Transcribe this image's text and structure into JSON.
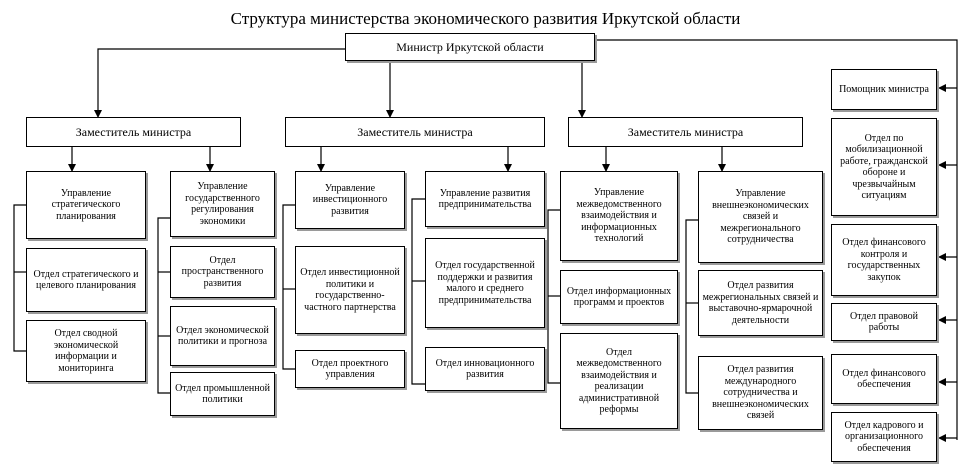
{
  "title": "Структура министерства экономического развития Иркутской области",
  "minister": "Министр Иркутской области",
  "deputies": [
    "Заместитель министра",
    "Заместитель министра",
    "Заместитель министра"
  ],
  "units": {
    "u1": "Управление стратегического планирования",
    "d1a": "Отдел стратегического и целевого планирования",
    "d1b": "Отдел сводной экономической информации и мониторинга",
    "u2": "Управление государственного регулирования экономики",
    "d2a": "Отдел пространственного развития",
    "d2b": "Отдел экономической политики и прогноза",
    "d2c": "Отдел промышленной политики",
    "u3": "Управление инвестиционного развития",
    "d3a": "Отдел инвестиционной политики и государственно-частного партнерства",
    "d3b": "Отдел проектного управления",
    "u4": "Управление развития предпринимательства",
    "d4a": "Отдел государственной поддержки и развития малого и среднего предпринимательства",
    "d4b": "Отдел инновационного развития",
    "u5": "Управление межведомственного взаимодействия и информационных технологий",
    "d5a": "Отдел информационных программ и проектов",
    "d5b": "Отдел межведомственного взаимодействия и реализации административной реформы",
    "u6": "Управление внешнеэкономических связей и межрегионального сотрудничества",
    "d6a": "Отдел развития межрегиональных связей и выставочно-ярмарочной деятельности",
    "d6b": "Отдел развития международного сотрудничества и внешнеэкономических связей"
  },
  "direct": [
    "Помощник министра",
    "Отдел по мобилизационной работе, гражданской обороне и чрезвычайным ситуациям",
    "Отдел финансового контроля и государственных закупок",
    "Отдел правовой работы",
    "Отдел финансового обеспечения",
    "Отдел кадрового и организационного обеспечения"
  ]
}
